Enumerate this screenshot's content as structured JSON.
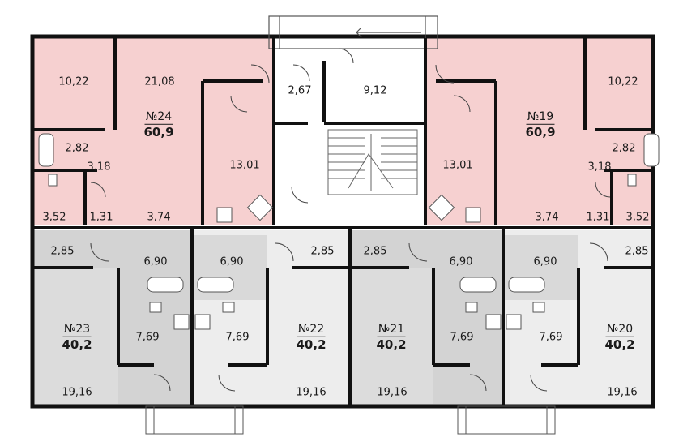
{
  "colors": {
    "large_apartment": "#f6d0d0",
    "small_apartment_dark": "#d3d3d3",
    "small_apartment_light": "#ededed",
    "wall": "#111111"
  },
  "units": [
    {
      "id": "u24",
      "number": "№24",
      "area": "60,9"
    },
    {
      "id": "u19",
      "number": "№19",
      "area": "60,9"
    },
    {
      "id": "u23",
      "number": "№23",
      "area": "40,2"
    },
    {
      "id": "u22",
      "number": "№22",
      "area": "40,2"
    },
    {
      "id": "u21",
      "number": "№21",
      "area": "40,2"
    },
    {
      "id": "u20",
      "number": "№20",
      "area": "40,2"
    }
  ],
  "rooms": {
    "u24": [
      "10,22",
      "21,08",
      "2,82",
      "3,18",
      "13,01",
      "3,52",
      "1,31",
      "3,74"
    ],
    "core": [
      "2,67",
      "9,12"
    ],
    "u19": [
      "13,01",
      "10,22",
      "2,82",
      "3,18",
      "3,74",
      "1,31",
      "3,52"
    ],
    "u23": [
      "2,85",
      "6,90",
      "7,69",
      "19,16"
    ],
    "u22": [
      "6,90",
      "2,85",
      "7,69",
      "19,16"
    ],
    "u21": [
      "2,85",
      "6,90",
      "7,69",
      "19,16"
    ],
    "u20": [
      "6,90",
      "2,85",
      "7,69",
      "19,16"
    ]
  }
}
